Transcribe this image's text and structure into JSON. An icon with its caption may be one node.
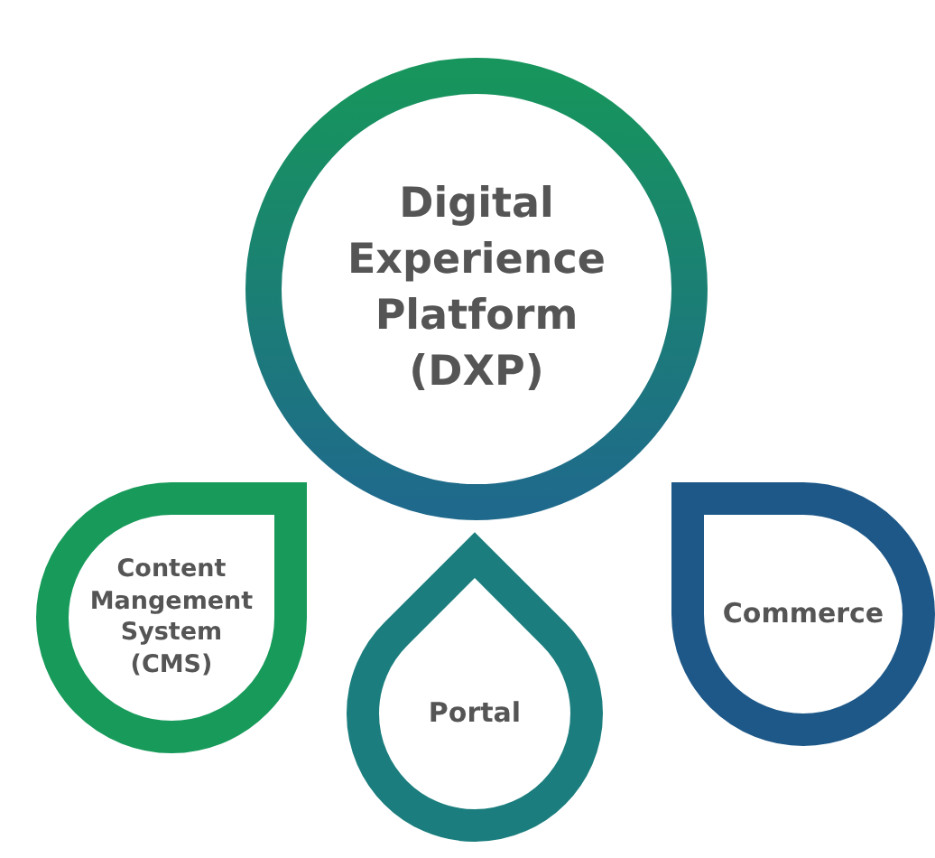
{
  "diagram": {
    "nodes": [
      {
        "text": [
          "Digital Experience Platform (DXP)"
        ]
      },
      {
        "text": [
          "Content Mangement System (CMS)"
        ]
      },
      {
        "text": [
          "Portal"
        ]
      },
      {
        "text": [
          "Commerce"
        ]
      }
    ]
  }
}
